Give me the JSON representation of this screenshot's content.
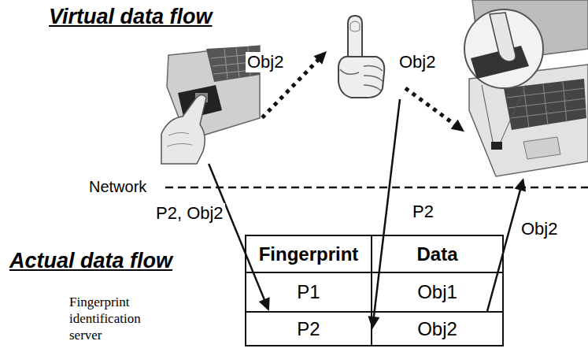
{
  "diagram": {
    "nodes": [
      {
        "text": []
      },
      {
        "text": []
      },
      {
        "text": []
      },
      {
        "text": [
          "Fingerprint identification server"
        ]
      },
      {
        "text": [
          "Fingerprint"
        ],
        "in": 3
      },
      {
        "text": [
          "Data"
        ],
        "in": 3
      },
      {
        "text": [
          "P1"
        ],
        "in": 3
      },
      {
        "text": [
          "Obj1"
        ],
        "in": 3
      },
      {
        "text": [
          "P2"
        ],
        "in": 3
      },
      {
        "text": [
          "Obj2"
        ],
        "in": 3
      }
    ],
    "edges": [
      {
        "from": 0,
        "to": 1,
        "label": "Obj2",
        "arrow": "to"
      },
      {
        "from": 1,
        "to": 2,
        "label": "Obj2",
        "arrow": "to"
      },
      {
        "from": 0,
        "to": 8,
        "label": "P2, Obj2",
        "arrow": "to"
      },
      {
        "from": 1,
        "to": 8,
        "label": "P2",
        "arrow": "to"
      },
      {
        "from": 9,
        "to": 2,
        "label": "Obj2",
        "arrow": "to"
      }
    ],
    "labels": [
      "Virtual data flow",
      "Network",
      "Actual data flow"
    ]
  }
}
